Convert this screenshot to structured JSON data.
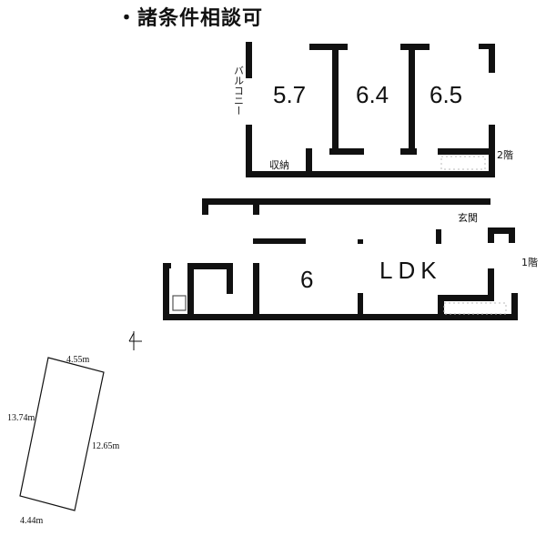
{
  "header": {
    "title": "・諸条件相談可"
  },
  "floor2": {
    "label": "2階",
    "rooms": [
      {
        "name": "room-1",
        "label": "5.7"
      },
      {
        "name": "room-2",
        "label": "6.4"
      },
      {
        "name": "room-3",
        "label": "6.5"
      }
    ],
    "balcony": "バルコニー",
    "storage": "収納"
  },
  "floor1": {
    "label": "1階",
    "rooms": [
      {
        "name": "japanese-room",
        "label": "6"
      },
      {
        "name": "ldk",
        "label": "LDK"
      }
    ],
    "entrance": "玄関"
  },
  "site": {
    "top": "4.55m",
    "left": "13.74m",
    "right": "12.65m",
    "bottom": "4.44m"
  }
}
